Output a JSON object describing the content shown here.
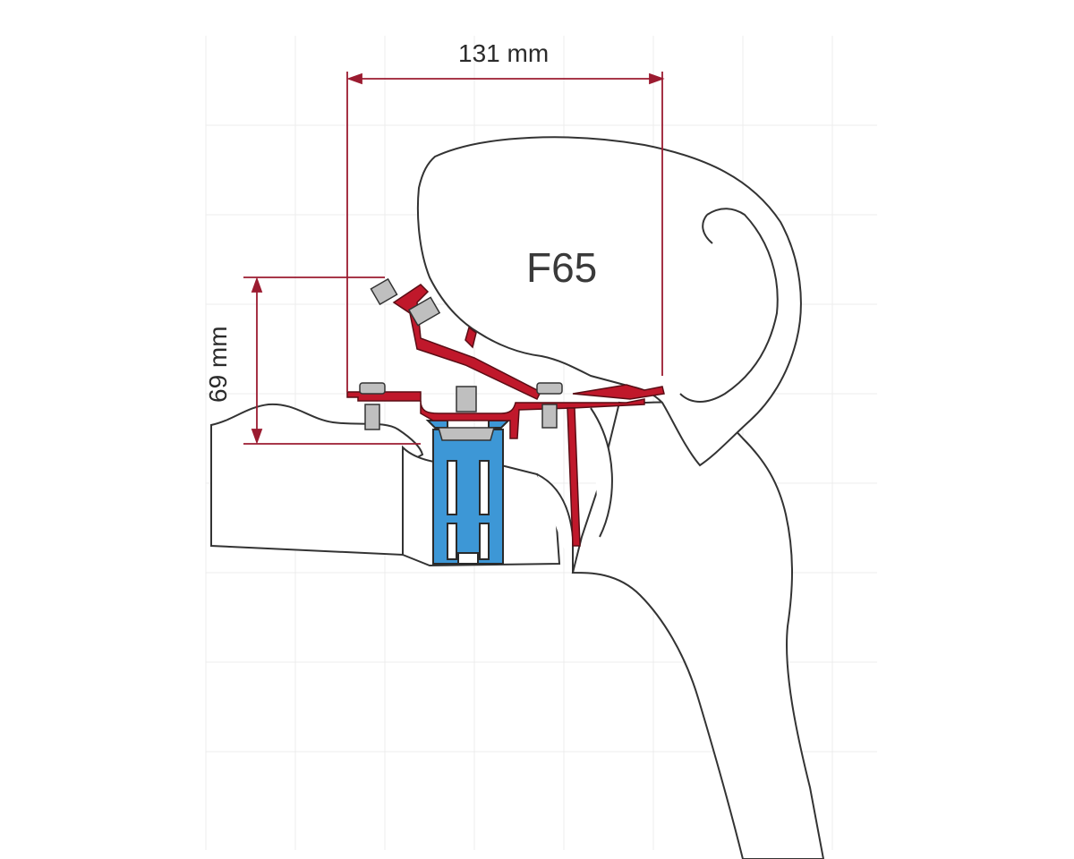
{
  "dimensions": {
    "width_label": "131 mm",
    "height_label": "69 mm"
  },
  "product_label": "F65",
  "colors": {
    "dimension_line": "#9b1b30",
    "bracket": "#c0182b",
    "rail": "#3d97d6",
    "outline": "#333333",
    "fill": "#ffffff",
    "grid": "#e8e8e8"
  }
}
